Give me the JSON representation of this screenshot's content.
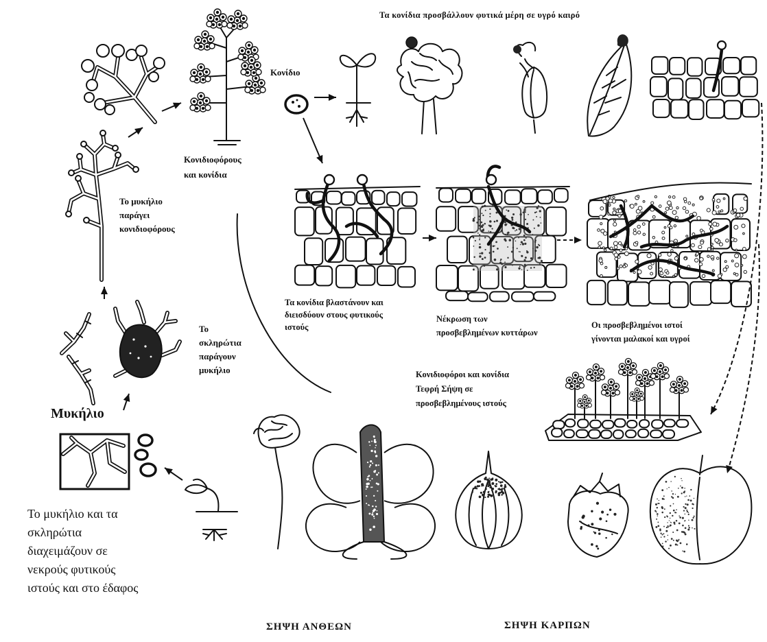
{
  "caption_top": "Τα κονίδια προσβάλλουν φυτικά μέρη σε υγρό καιρό",
  "labels": {
    "conidium": "Κονίδιο",
    "conidiophores": [
      "Κονιδιοφόρους",
      "και κονίδια"
    ],
    "mycelium_produces": [
      "Το μυκήλιο",
      "παράγει",
      "κονιδιοφόρους"
    ],
    "sclerotia_produce": [
      "Το",
      "σκληρώτια",
      "παράγουν",
      "μυκήλιο"
    ],
    "mycelium": "Μυκήλιο",
    "overwinter": [
      "Το μυκήλιο και τα",
      "σκληρώτια",
      "διαχειμάζουν σε",
      "νεκρούς φυτικούς",
      "ιστούς και στο έδαφος"
    ],
    "germinate": [
      "Τα κονίδια βλαστάνουν και",
      "διεισδύουν στους φυτικούς",
      "ιστούς"
    ],
    "necrosis": [
      "Νέκρωση των",
      "προσβεβλημένων κυττάρων"
    ],
    "soft_tissue": [
      "Οι προσβεβλημένοι ιστοί",
      "γίνονται μαλακοί και υγροί"
    ],
    "gray_mold": [
      "Κονιδιοφόροι και κονίδια",
      "Τεφρή Σήψη σε",
      "προσβεβλημένους ιστούς"
    ]
  },
  "sections": {
    "flower_rot": "ΣΗΨΗ ΑΝΘΕΩΝ",
    "fruit_rot": "ΣΗΨΗ ΚΑΡΠΩΝ"
  }
}
